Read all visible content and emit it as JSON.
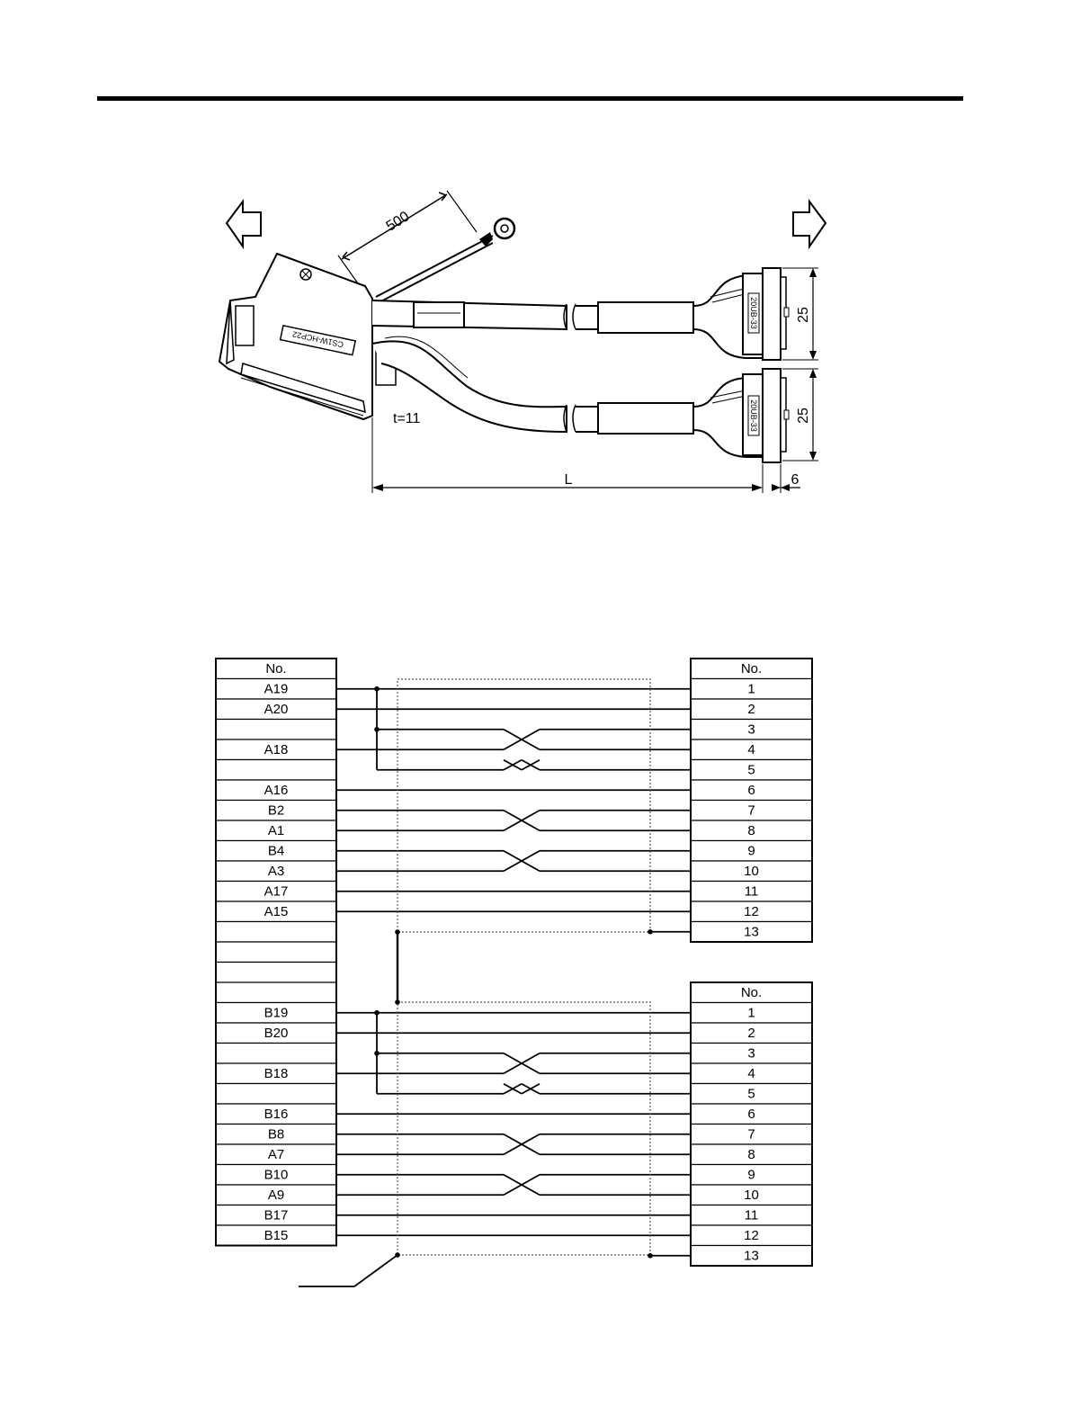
{
  "drawing": {
    "dim_ground_lead": "500",
    "dim_thickness": "t=11",
    "dim_length": "L",
    "dim_connector_height_1": "25",
    "dim_connector_height_2": "25",
    "dim_connector_depth": "6",
    "connector_label": "CS1W-HCP22",
    "plug_label_1": "20UB-33",
    "plug_label_2": "20UB-33"
  },
  "wiring": {
    "left_table": {
      "header": "No.",
      "rows": [
        "A19",
        "A20",
        "",
        "A18",
        "",
        "A16",
        "B2",
        "A1",
        "B4",
        "A3",
        "A17",
        "A15",
        "",
        "",
        "",
        "",
        "B19",
        "B20",
        "",
        "B18",
        "",
        "B16",
        "B8",
        "A7",
        "B10",
        "A9",
        "B17",
        "B15"
      ]
    },
    "right_table_1": {
      "header": "No.",
      "rows": [
        "1",
        "2",
        "3",
        "4",
        "5",
        "6",
        "7",
        "8",
        "9",
        "10",
        "11",
        "12",
        "13"
      ]
    },
    "right_table_2": {
      "header": "No.",
      "rows": [
        "1",
        "2",
        "3",
        "4",
        "5",
        "6",
        "7",
        "8",
        "9",
        "10",
        "11",
        "12",
        "13"
      ]
    }
  }
}
